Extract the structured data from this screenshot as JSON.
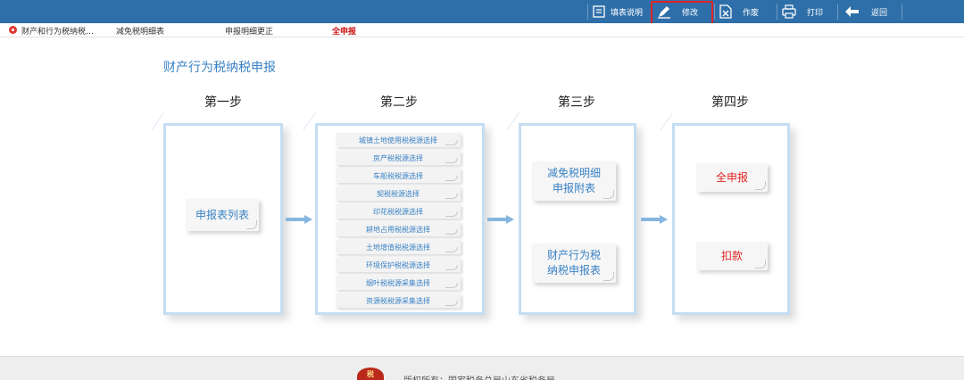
{
  "toolbar": {
    "fill_guide": "填表说明",
    "modify": "修改",
    "void": "作废",
    "print": "打印",
    "back": "返回"
  },
  "subtabs": {
    "tax_tab": "财产和行为税纳税…",
    "relief_tab": "减免税明细表",
    "correction_tab": "申报明细更正",
    "full_tab": "全申报"
  },
  "page_title": "财产行为税纳税申报",
  "steps": {
    "step1": "第一步",
    "step2": "第二步",
    "step3": "第三步",
    "step4": "第四步"
  },
  "step1_items": {
    "report_list": "申报表列表"
  },
  "step2_items": [
    "城镇土地使用税税源选择",
    "房产税税源选择",
    "车船税税源选择",
    "契税税源选择",
    "印花税税源选择",
    "耕地占用税税源选择",
    "土地增值税税源选择",
    "环境保护税税源选择",
    "烟叶税税源采集选择",
    "资源税税源采集选择"
  ],
  "step3_items": {
    "relief_line1": "减免税明细",
    "relief_line2": "申报附表",
    "form_line1": "财产行为税",
    "form_line2": "纳税申报表"
  },
  "step4_items": {
    "full_declare": "全申报",
    "deduct": "扣款"
  },
  "footer": {
    "logo_char": "税",
    "host": "版权所有：国家税务总局山东省税务局"
  },
  "colors": {
    "toolbar_bg": "#2f6fa9",
    "accent_blue": "#3a82c5",
    "alert_red": "#e02424",
    "panel_border": "#c4ddf3"
  }
}
